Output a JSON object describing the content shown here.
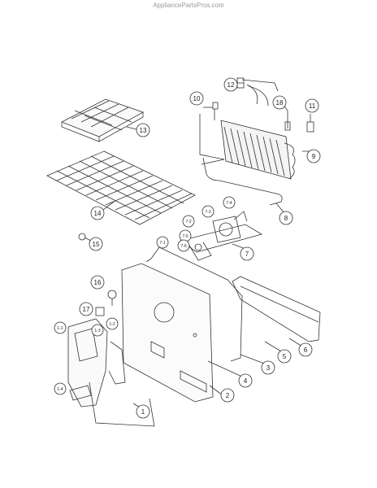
{
  "watermark": "AppliancePartsPros.com",
  "callouts": [
    {
      "id": "c13",
      "label": "13"
    },
    {
      "id": "c14",
      "label": "14"
    },
    {
      "id": "c15",
      "label": "15"
    },
    {
      "id": "c16",
      "label": "16"
    },
    {
      "id": "c17",
      "label": "17"
    },
    {
      "id": "c1-1",
      "label": "1-1"
    },
    {
      "id": "c1-2",
      "label": "1-2"
    },
    {
      "id": "c1-3",
      "label": "1-3"
    },
    {
      "id": "c1-4",
      "label": "1-4"
    },
    {
      "id": "c1",
      "label": "1"
    },
    {
      "id": "c2",
      "label": "2"
    },
    {
      "id": "c3",
      "label": "3"
    },
    {
      "id": "c4",
      "label": "4"
    },
    {
      "id": "c5",
      "label": "5"
    },
    {
      "id": "c6",
      "label": "6"
    },
    {
      "id": "c7",
      "label": "7"
    },
    {
      "id": "c7-1",
      "label": "7-1"
    },
    {
      "id": "c7-2",
      "label": "7-2"
    },
    {
      "id": "c7-3",
      "label": "7-3"
    },
    {
      "id": "c7-4",
      "label": "7-4"
    },
    {
      "id": "c7-5",
      "label": "7-5"
    },
    {
      "id": "c7-6",
      "label": "7-6"
    },
    {
      "id": "c8",
      "label": "8"
    },
    {
      "id": "c9",
      "label": "9"
    },
    {
      "id": "c10",
      "label": "10"
    },
    {
      "id": "c11",
      "label": "11"
    },
    {
      "id": "c12",
      "label": "12"
    },
    {
      "id": "c18",
      "label": "18"
    }
  ]
}
